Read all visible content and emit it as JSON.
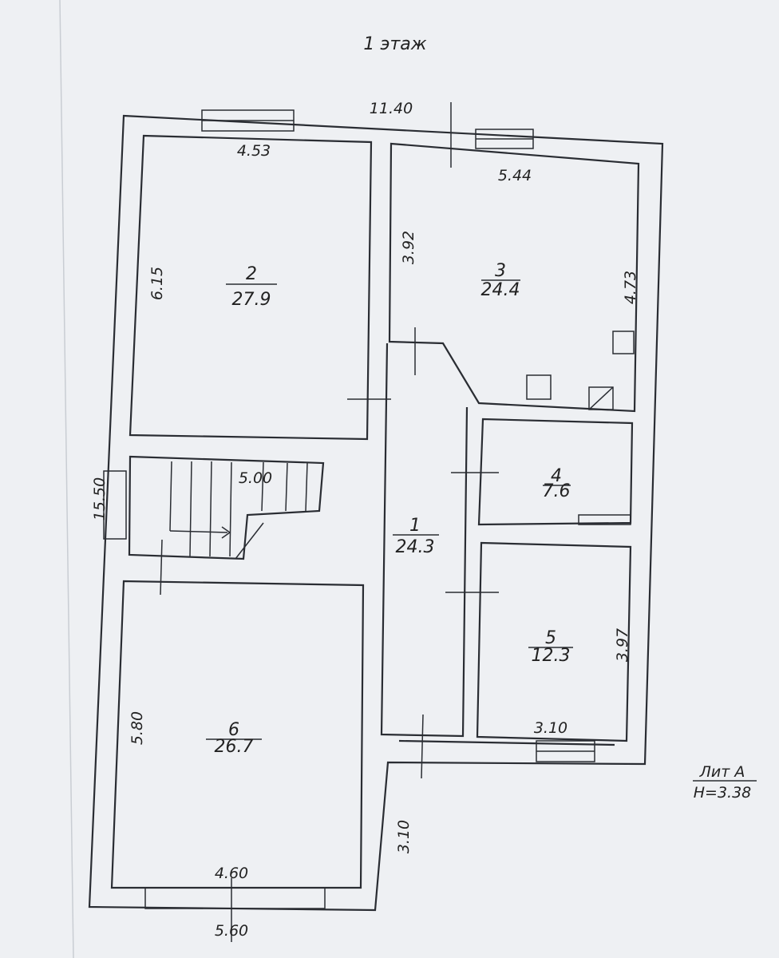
{
  "title": "1 этаж",
  "dimensions": {
    "top_total": "11.40",
    "room2_width": "4.53",
    "room3_width": "5.44",
    "room2_depth": "6.15",
    "room3_left": "3.92",
    "room3_right": "4.73",
    "left_total": "15.50",
    "stairs": "5.00",
    "room5_right": "3.97",
    "room5_width": "3.10",
    "room6_depth": "5.80",
    "lower_right": "3.10",
    "room6_width": "4.60",
    "bottom_total": "5.60"
  },
  "rooms": [
    {
      "number": "1",
      "area": "24.3"
    },
    {
      "number": "2",
      "area": "27.9"
    },
    {
      "number": "3",
      "area": "24.4"
    },
    {
      "number": "4",
      "area": "7.6"
    },
    {
      "number": "5",
      "area": "12.3"
    },
    {
      "number": "6",
      "area": "26.7"
    }
  ],
  "legend": {
    "lit": "Лит А",
    "height": "H=3.38"
  }
}
